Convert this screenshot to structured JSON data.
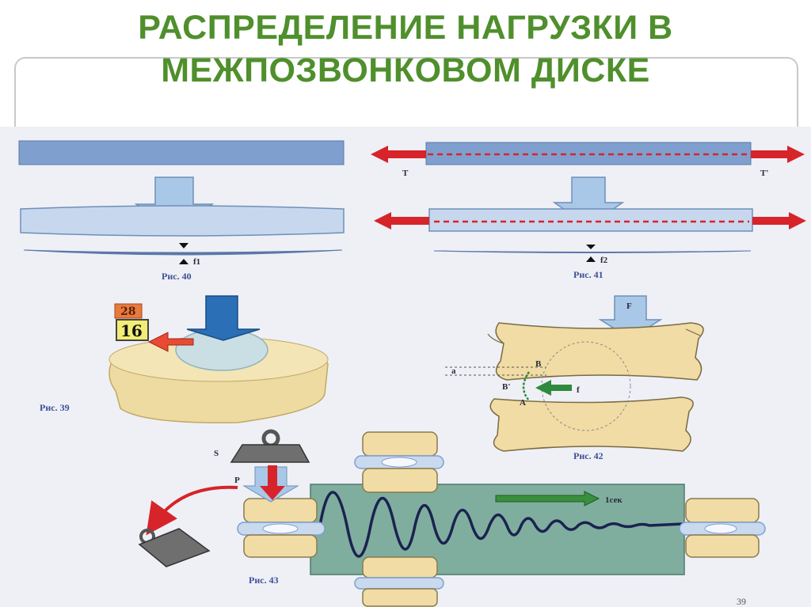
{
  "title": {
    "line1": "РАСПРЕДЕЛЕНИЕ НАГРУЗКИ В",
    "line2": "МЕЖПОЗВОНКОВОМ  ДИСКЕ"
  },
  "figures": {
    "fig40": {
      "caption": "Рис. 40",
      "deflection_label": "f1"
    },
    "fig41": {
      "caption": "Рис. 41",
      "deflection_label": "f2",
      "tension_left": "T",
      "tension_right": "T'"
    },
    "fig39": {
      "caption": "Рис. 39",
      "badge_top": "28",
      "badge_bottom": "16"
    },
    "fig42": {
      "caption": "Рис. 42",
      "force_label": "F",
      "labels": {
        "a": "a",
        "b": "B",
        "b_prime": "B'",
        "f": "f",
        "A": "A"
      }
    },
    "fig43": {
      "caption": "Рис. 43",
      "weight_label": "S",
      "push_label": "P",
      "time_label": "1сек"
    }
  },
  "page_number": "39",
  "colors": {
    "title": "#4f8f2c",
    "plate_blue": "#7f9fcf",
    "arrow_blue": "#a9c8e8",
    "tension_red": "#d6242a",
    "bone": "#f0dca4",
    "monitor": "#7fae9e",
    "wave": "#1c2250",
    "caption": "#3f4f96"
  }
}
